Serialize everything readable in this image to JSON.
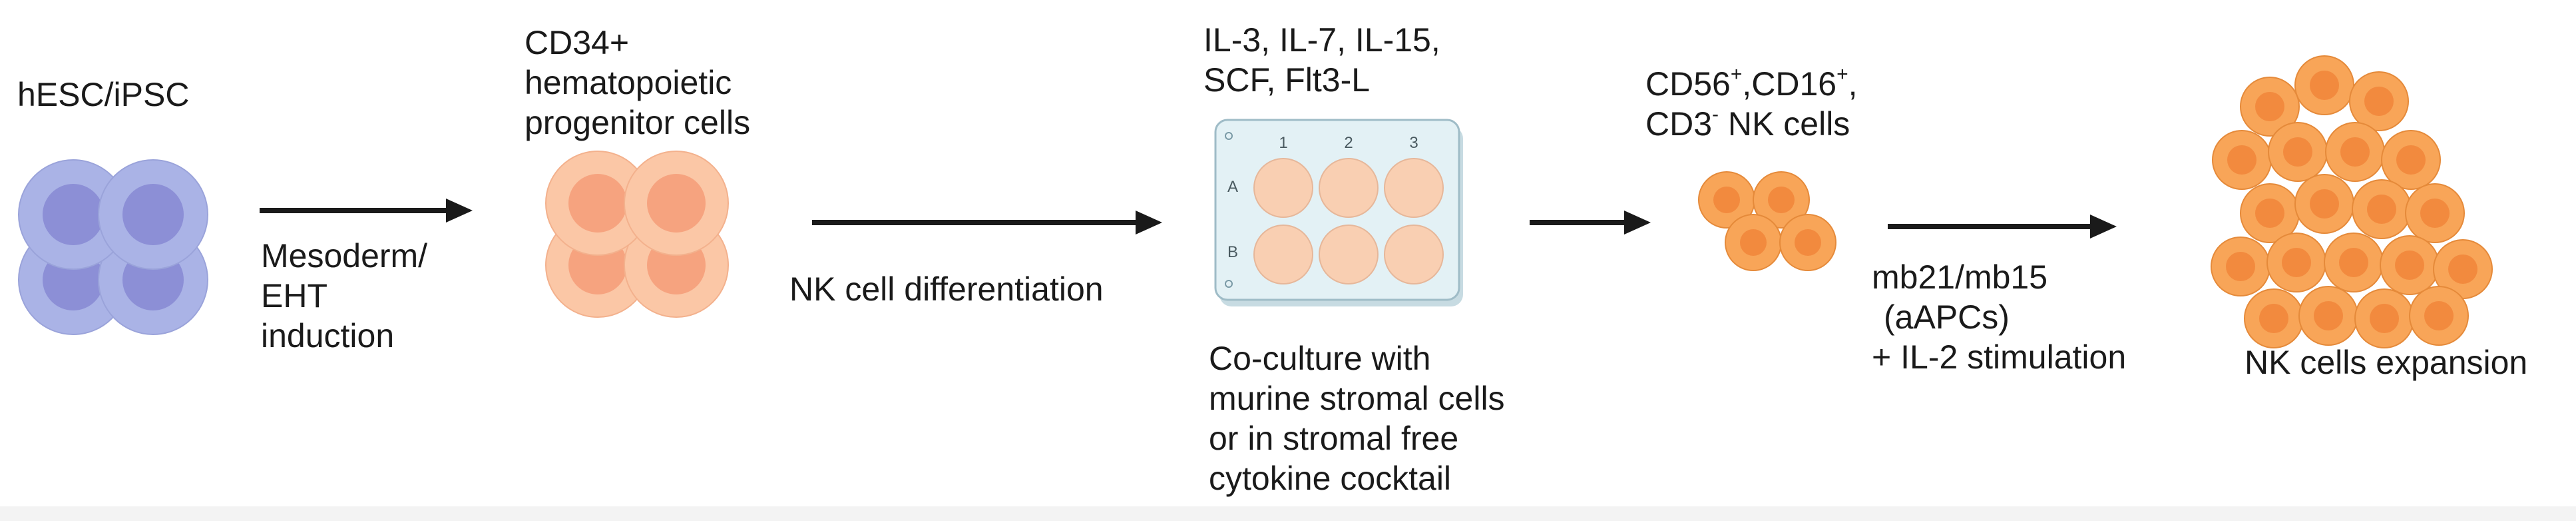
{
  "labels": {
    "stem_cells": "hESC/iPSC",
    "arrow1_label": [
      "Mesoderm/",
      "EHT",
      "induction"
    ],
    "hpc_label": [
      "CD34+",
      "hematopoietic",
      "progenitor cells"
    ],
    "arrow2_label": "NK cell differentiation",
    "cytokines": [
      "IL-3, IL-7, IL-15,",
      "SCF, Flt3-L"
    ],
    "coculture": [
      "Co-culture with",
      "murine stromal cells",
      "or in stromal free",
      "cytokine cocktail"
    ],
    "nk_line1": {
      "a": "CD56",
      "a_sup": "+",
      "b": ",CD16",
      "b_sup": "+",
      "c": ","
    },
    "nk_line2": {
      "a": "CD3",
      "a_sup": "-",
      "b": " NK cells"
    },
    "arrow4_label": [
      "mb21/mb15",
      "(aAPCs)",
      "+ IL-2 stimulation"
    ],
    "expansion": "NK cells expansion"
  },
  "plate": {
    "column_labels": [
      "1",
      "2",
      "3"
    ],
    "row_labels": [
      "A",
      "B"
    ]
  },
  "colors": {
    "stem_outer": "#aab3e6",
    "stem_inner": "#8c8fd6",
    "hpc_outer": "#fbc7a6",
    "hpc_inner": "#f6a37f",
    "nk_outer": "#f8a558",
    "nk_inner": "#f28a3e",
    "plate_body": "#e3f1f5",
    "plate_well": "#f9cfb2",
    "arrow": "#1a1a1a"
  }
}
